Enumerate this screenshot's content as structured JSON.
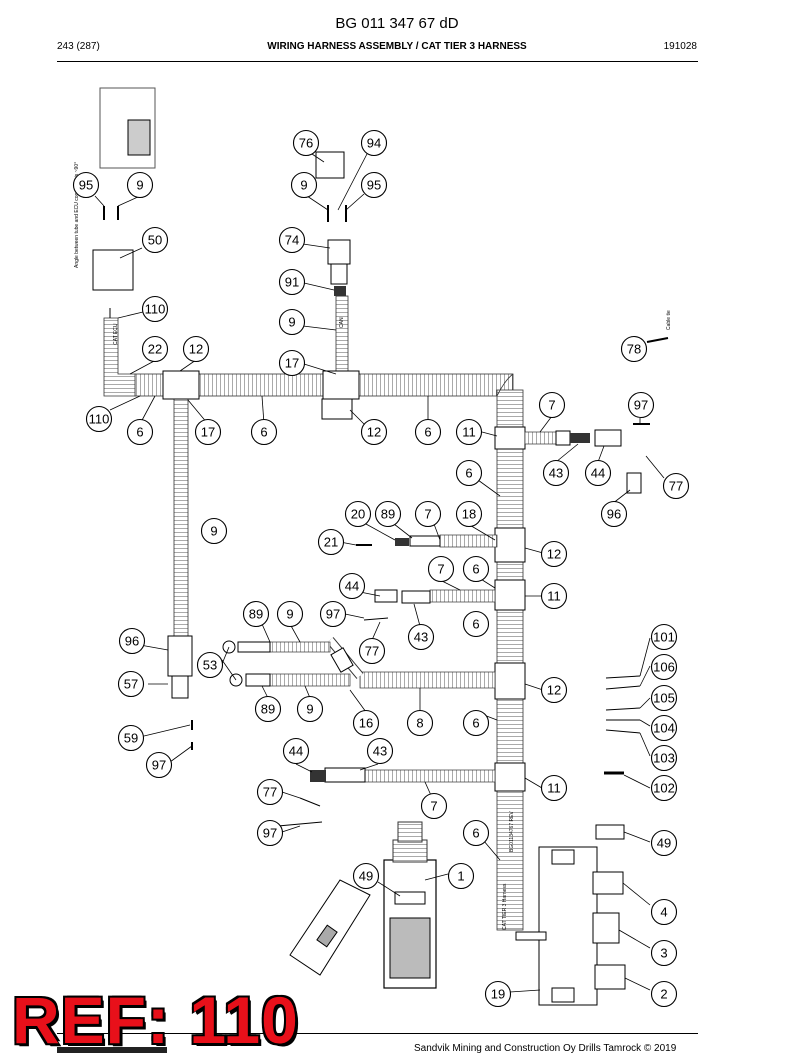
{
  "header": {
    "doc_number": "BG 011 347 67 dD",
    "page": "243 (287)",
    "title": "WIRING HARNESS ASSEMBLY / CAT TIER 3 HARNESS",
    "date": "191028"
  },
  "footer": {
    "copyright": "Sandvik Mining and Construction Oy Drills Tamrock © 2019"
  },
  "stamp": {
    "text": "REF: 110",
    "color": "#e8101a"
  },
  "labels": {
    "angle_note": "Angle between tube and ECU connector is ~90°",
    "cable_tie": "Cable tie",
    "cat_ecu": "CAT ECU",
    "can": "CAN",
    "harness_id": "BG01134767 REV",
    "harness_name": "CAT TIER 3 Harness"
  },
  "callouts": [
    "95",
    "9",
    "50",
    "110",
    "22",
    "12",
    "110",
    "6",
    "17",
    "6",
    "76",
    "94",
    "9",
    "95",
    "74",
    "91",
    "9",
    "17",
    "12",
    "6",
    "11",
    "7",
    "97",
    "78",
    "43",
    "44",
    "77",
    "6",
    "96",
    "20",
    "89",
    "7",
    "18",
    "21",
    "12",
    "9",
    "7",
    "6",
    "44",
    "11",
    "97",
    "6",
    "89",
    "9",
    "43",
    "77",
    "96",
    "53",
    "101",
    "106",
    "57",
    "12",
    "105",
    "89",
    "9",
    "16",
    "8",
    "6",
    "104",
    "59",
    "103",
    "44",
    "43",
    "97",
    "77",
    "11",
    "102",
    "7",
    "97",
    "6",
    "49",
    "49",
    "1",
    "4",
    "3",
    "19",
    "2"
  ]
}
